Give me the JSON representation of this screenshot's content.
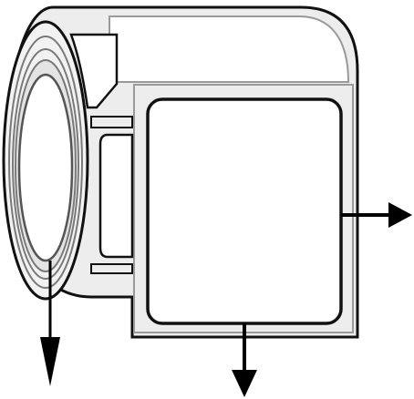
{
  "diagram": {
    "subject": "label-roll-dimensions",
    "colors": {
      "outline": "#111111",
      "backing": "#ededed",
      "backing_edge": "#9a9a9a",
      "roll_side": "#f2f2f2",
      "label": "#ffffff",
      "core": "#ffffff",
      "ring": "#7a7a7a",
      "arrow": "#000000"
    },
    "arrows": [
      {
        "name": "width-arrow",
        "direction": "right"
      },
      {
        "name": "height-arrow",
        "direction": "down"
      },
      {
        "name": "core-arrow",
        "direction": "down"
      }
    ]
  }
}
